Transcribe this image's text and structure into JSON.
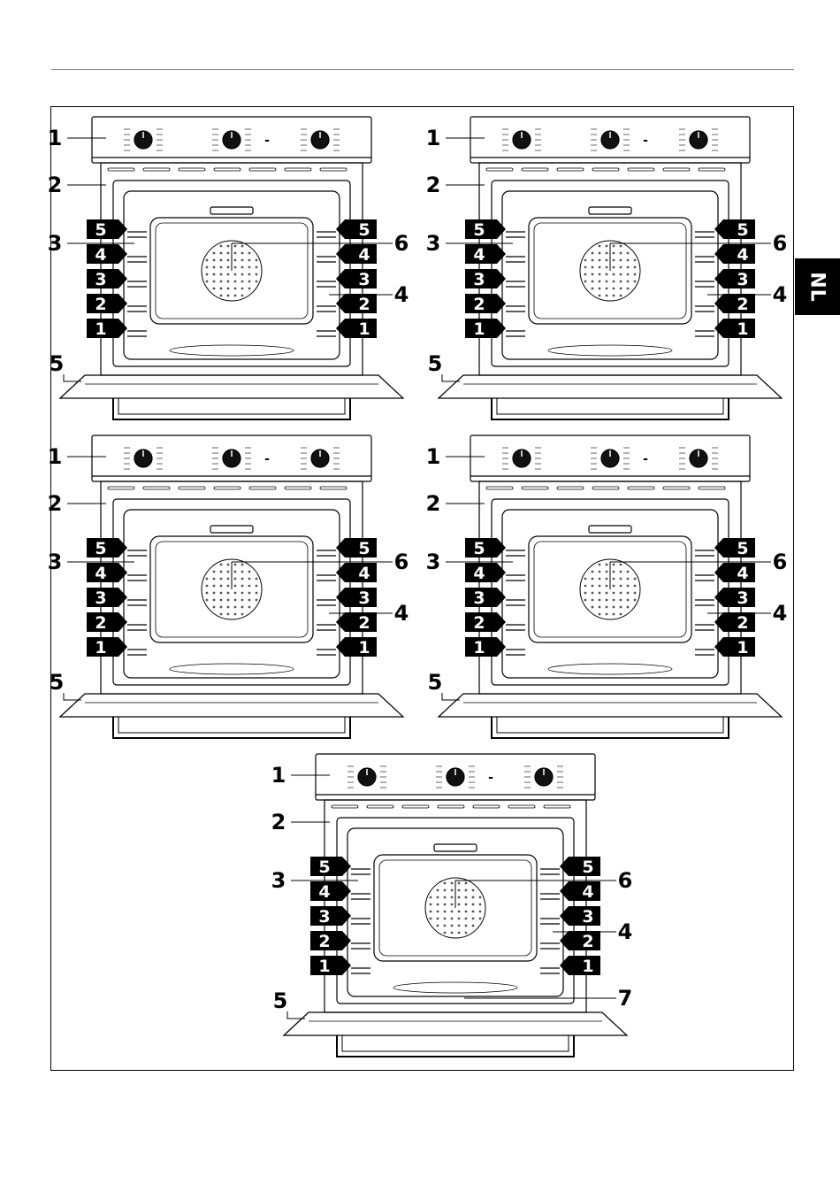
{
  "page": {
    "language_tab": "NL"
  },
  "figures": [
    {
      "id": "oven-a",
      "left_labels": [
        "1",
        "2",
        "3",
        "5"
      ],
      "right_labels": [
        "6",
        "4"
      ],
      "shelf_levels": [
        "5",
        "4",
        "3",
        "2",
        "1"
      ],
      "panel_separator": "-"
    },
    {
      "id": "oven-b",
      "left_labels": [
        "1",
        "2",
        "3",
        "5"
      ],
      "right_labels": [
        "6",
        "4"
      ],
      "shelf_levels": [
        "5",
        "4",
        "3",
        "2",
        "1"
      ],
      "panel_separator": "-"
    },
    {
      "id": "oven-c",
      "left_labels": [
        "1",
        "2",
        "3",
        "5"
      ],
      "right_labels": [
        "6",
        "4"
      ],
      "shelf_levels": [
        "5",
        "4",
        "3",
        "2",
        "1"
      ],
      "panel_separator": "-"
    },
    {
      "id": "oven-d",
      "left_labels": [
        "1",
        "2",
        "3",
        "5"
      ],
      "right_labels": [
        "6",
        "4"
      ],
      "shelf_levels": [
        "5",
        "4",
        "3",
        "2",
        "1"
      ],
      "panel_separator": "-"
    },
    {
      "id": "oven-e",
      "left_labels": [
        "1",
        "2",
        "3",
        "5"
      ],
      "right_labels": [
        "6",
        "4",
        "7"
      ],
      "shelf_levels": [
        "5",
        "4",
        "3",
        "2",
        "1"
      ],
      "panel_separator": "-"
    }
  ]
}
